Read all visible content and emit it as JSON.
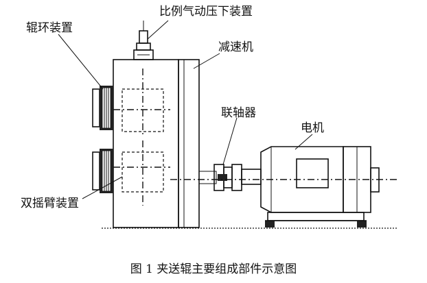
{
  "labels": {
    "roll_ring": "辊环装置",
    "pneumatic_press": "比例气动压下装置",
    "reducer": "减速机",
    "coupling": "联轴器",
    "motor": "电机",
    "double_swing_arm": "双摇臂装置"
  },
  "caption": "图 1  夹送辊主要组成部件示意图"
}
